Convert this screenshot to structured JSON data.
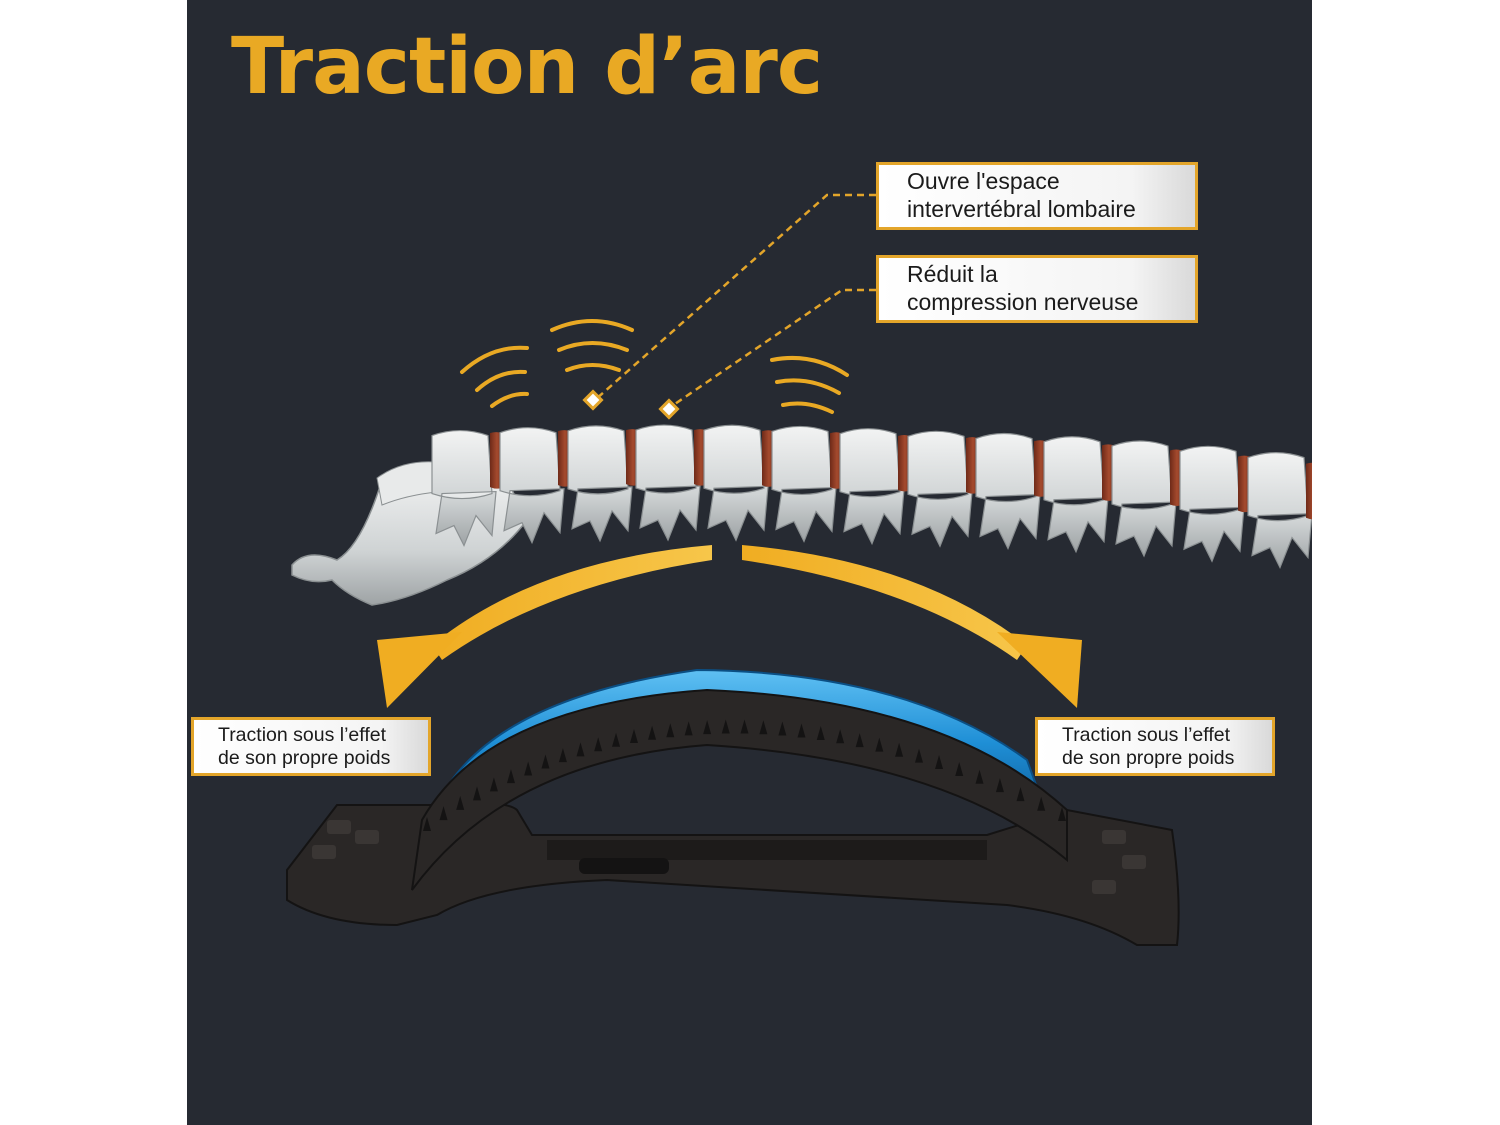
{
  "title": "Traction d’arc",
  "callouts": {
    "top": {
      "line1": "Ouvre l'espace",
      "line2": "intervertébral lombaire"
    },
    "middle": {
      "line1": "Réduit la",
      "line2": "compression nerveuse"
    },
    "left": {
      "line1": "Traction sous l’effet",
      "line2": "de son propre poids"
    },
    "right": {
      "line1": "Traction sous l’effet",
      "line2": "de son propre poids"
    }
  },
  "colors": {
    "background": "#262a32",
    "accent": "#e9a924",
    "bone": "#d9dcdc",
    "disc": "#8a3a24",
    "stretcher_blue": "#1f8fd6",
    "stretcher_black": "#2a2726"
  },
  "icons": [
    "vibration-waves-icon",
    "arrow-curved-left-icon",
    "arrow-curved-right-icon"
  ]
}
